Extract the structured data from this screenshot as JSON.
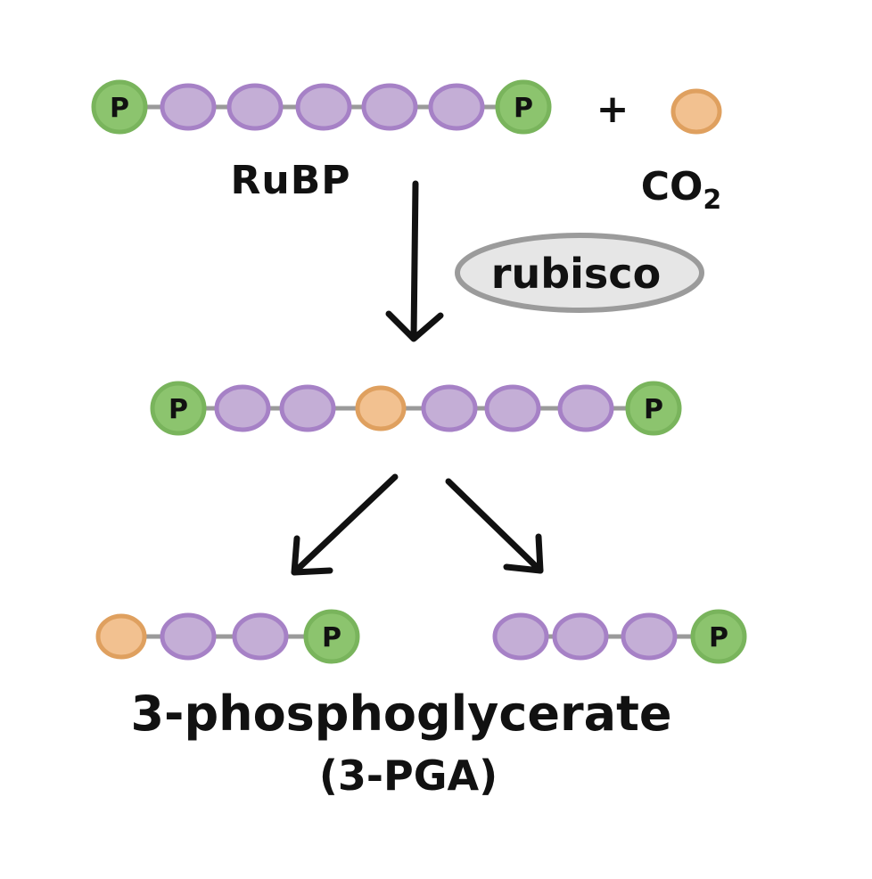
{
  "colors": {
    "phosphate_fill": "#8cc46e",
    "phosphate_stroke": "#79b45c",
    "carbon_fill": "#c4aed6",
    "carbon_stroke": "#a681c6",
    "co2_fill": "#f2c190",
    "co2_stroke": "#dfa05f",
    "bond": "#9a9a9a",
    "enzyme_fill": "#e6e6e6",
    "enzyme_stroke": "#9b9b9b",
    "ink": "#111111"
  },
  "labels": {
    "phosphate": "P",
    "rubp": "RuBP",
    "plus": "+",
    "co2": "CO",
    "co2_subscript": "2",
    "enzyme": "rubisco",
    "product_name": "3-phosphoglycerate",
    "product_abbrev": "(3-PGA)"
  },
  "molecules": {
    "rubp": [
      "phosphate",
      "carbon",
      "carbon",
      "carbon",
      "carbon",
      "carbon",
      "phosphate"
    ],
    "co2": [
      "co2"
    ],
    "intermediate": [
      "phosphate",
      "carbon",
      "carbon",
      "co2",
      "carbon",
      "carbon",
      "carbon",
      "phosphate"
    ],
    "pga_left": [
      "co2",
      "carbon",
      "carbon",
      "phosphate"
    ],
    "pga_right": [
      "carbon",
      "carbon",
      "carbon",
      "phosphate"
    ]
  }
}
